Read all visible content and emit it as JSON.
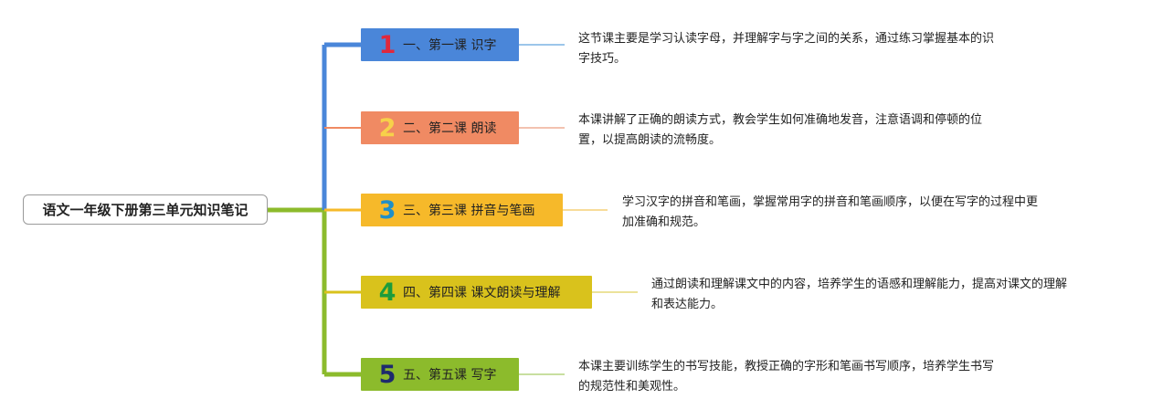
{
  "root": {
    "label": "语文一年级下册第三单元知识笔记"
  },
  "branches": [
    {
      "num": "1",
      "title": "一、第一课 识字",
      "desc": [
        "这节课主要是学习认读字母，并理解字与字之间的关系，通过练习掌握基本的识",
        "字技巧。"
      ],
      "color": "#4a86d9",
      "num_color": "#e0283c",
      "line_color": "#4a86d9"
    },
    {
      "num": "2",
      "title": "二、第二课 朗读",
      "desc": [
        "本课讲解了正确的朗读方式，教会学生如何准确地发音，注意语调和停顿的位",
        "置，以提高朗读的流畅度。"
      ],
      "color": "#f08a63",
      "num_color": "#f7d14a",
      "line_color": "#f08a63"
    },
    {
      "num": "3",
      "title": "三、第三课 拼音与笔画",
      "desc": [
        "学习汉字的拼音和笔画，掌握常用字的拼音和笔画顺序，以便在写字的过程中更",
        "加准确和规范。"
      ],
      "color": "#f6b92a",
      "num_color": "#1f8fc8",
      "line_color": "#f6b92a"
    },
    {
      "num": "4",
      "title": "四、第四课 课文朗读与理解",
      "desc": [
        "通过朗读和理解课文中的内容，培养学生的语感和理解能力，提高对课文的理解",
        "和表达能力。"
      ],
      "color": "#d9c21c",
      "num_color": "#1c9c3c",
      "line_color": "#d9c21c"
    },
    {
      "num": "5",
      "title": "五、第五课 写字",
      "desc": [
        "本课主要训练学生的书写技能，教授正确的字形和笔画书写顺序，培养学生书写",
        "的规范性和美观性。"
      ],
      "color": "#8cbb2c",
      "num_color": "#1d2a6e",
      "line_color": "#8cbb2c"
    }
  ]
}
